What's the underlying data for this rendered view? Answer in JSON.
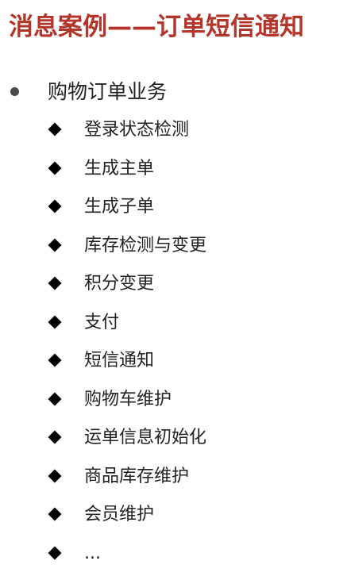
{
  "title": "消息案例——订单短信通知",
  "bullet": {
    "label": "购物订单业务",
    "items": [
      "登录状态检测",
      "生成主单",
      "生成子单",
      "库存检测与变更",
      "积分变更",
      "支付",
      "短信通知",
      "购物车维护",
      "运单信息初始化",
      "商品库存维护",
      "会员维护",
      "..."
    ]
  },
  "colors": {
    "title": "#b5352a",
    "text": "#222222",
    "bullet_dot": "#4a4a4a",
    "diamond": "#000000"
  },
  "icons": {
    "level1_marker": "circle-bullet-icon",
    "level2_marker": "diamond-bullet-icon"
  }
}
